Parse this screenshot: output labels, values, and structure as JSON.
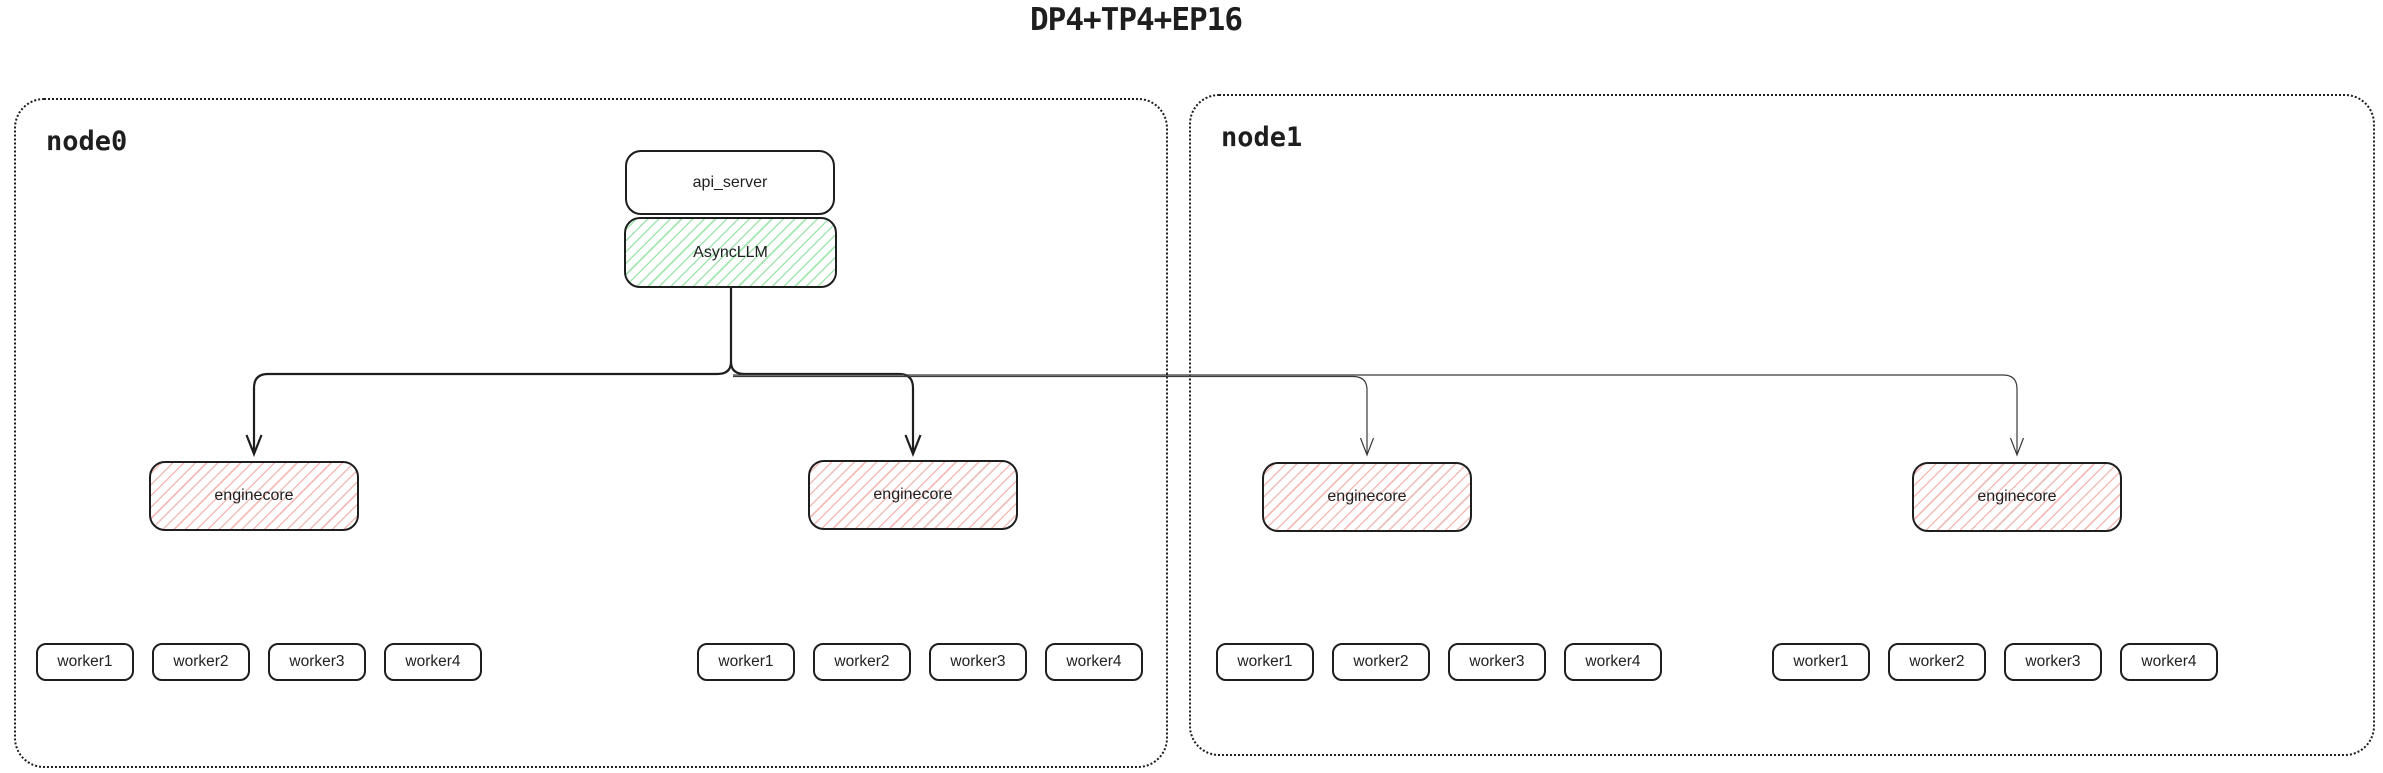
{
  "title": "DP4+TP4+EP16",
  "api_server": {
    "label": "api_server"
  },
  "async_llm": {
    "label": "AsyncLLM"
  },
  "nodes": [
    {
      "label": "node0",
      "groups": [
        {
          "enginecore": "enginecore",
          "workers": [
            "worker1",
            "worker2",
            "worker3",
            "worker4"
          ]
        },
        {
          "enginecore": "enginecore",
          "workers": [
            "worker1",
            "worker2",
            "worker3",
            "worker4"
          ]
        }
      ]
    },
    {
      "label": "node1",
      "groups": [
        {
          "enginecore": "enginecore",
          "workers": [
            "worker1",
            "worker2",
            "worker3",
            "worker4"
          ]
        },
        {
          "enginecore": "enginecore",
          "workers": [
            "worker1",
            "worker2",
            "worker3",
            "worker4"
          ]
        }
      ]
    }
  ],
  "colors": {
    "background": "#ffffff",
    "line": "#1e1e1e",
    "box_border": "#1e1e1e",
    "async_llm_hatch": "#a3e6af",
    "enginecore_hatch": "#f2bdb8"
  }
}
